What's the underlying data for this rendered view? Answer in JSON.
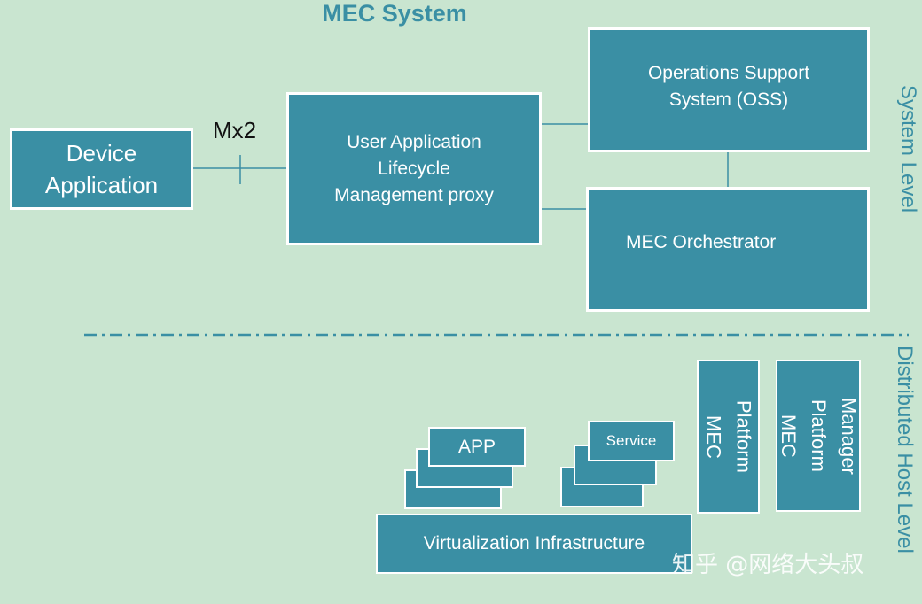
{
  "title": "MEC System",
  "labels": {
    "system_level": "System Level",
    "distributed_host_level": "Distributed Host Level",
    "mx2": "Mx2"
  },
  "boxes": {
    "device_application": "Device\nApplication",
    "ualm_proxy": "User Application\nLifecycle\nManagement proxy",
    "oss": "Operations Support\nSystem (OSS)",
    "mec_orchestrator": "MEC Orchestrator",
    "app": "APP",
    "service": "Service",
    "virtualization_infrastructure": "Virtualization Infrastructure",
    "mec_platform": [
      "MEC",
      "Platform"
    ],
    "mec_platform_manager": [
      "MEC",
      "Platform",
      "Manager"
    ]
  },
  "watermark": "知乎 @网络大头叔",
  "colors": {
    "background": "#c9e5d0",
    "box": "#3a8fa4",
    "accent_text": "#3a8fa4"
  }
}
